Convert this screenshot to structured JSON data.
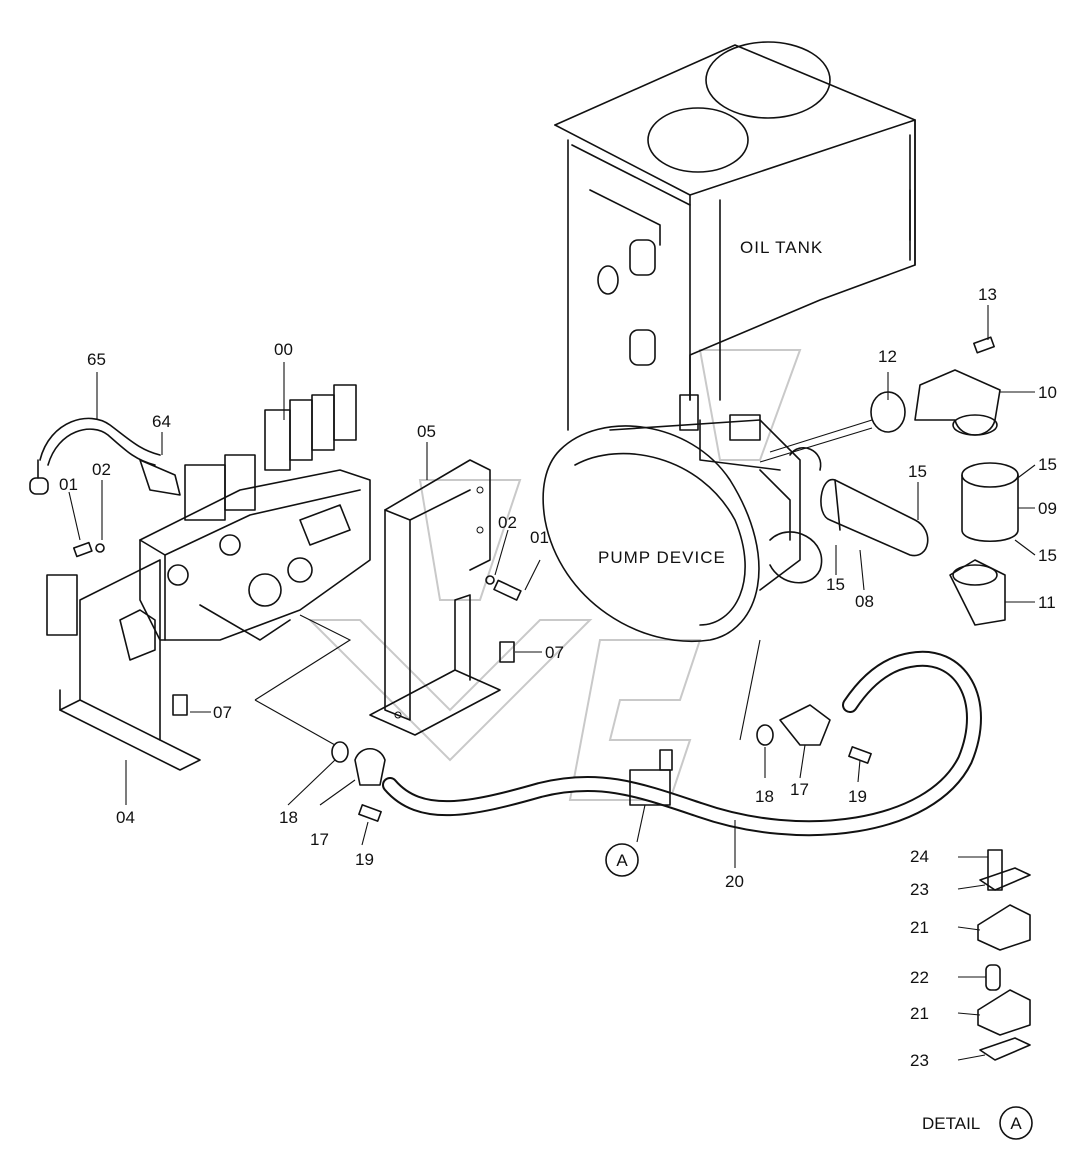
{
  "labels": {
    "oil_tank": "OIL TANK",
    "pump_device": "PUMP DEVICE",
    "detail": "DETAIL",
    "ref_a": "A"
  },
  "parts": {
    "p65": "65",
    "p00": "00",
    "p64": "64",
    "p01a": "01",
    "p02a": "02",
    "p05": "05",
    "p02b": "02",
    "p01b": "01",
    "p07a": "07",
    "p07b": "07",
    "p04": "04",
    "p18a": "18",
    "p17a": "17",
    "p19a": "19",
    "p20": "20",
    "p13": "13",
    "p12": "12",
    "p10": "10",
    "p15a": "15",
    "p15b": "15",
    "p09": "09",
    "p15c": "15",
    "p15d": "15",
    "p08": "08",
    "p11": "11",
    "p18b": "18",
    "p17b": "17",
    "p19b": "19",
    "p24": "24",
    "p23a": "23",
    "p21a": "21",
    "p22": "22",
    "p21b": "21",
    "p23b": "23"
  }
}
